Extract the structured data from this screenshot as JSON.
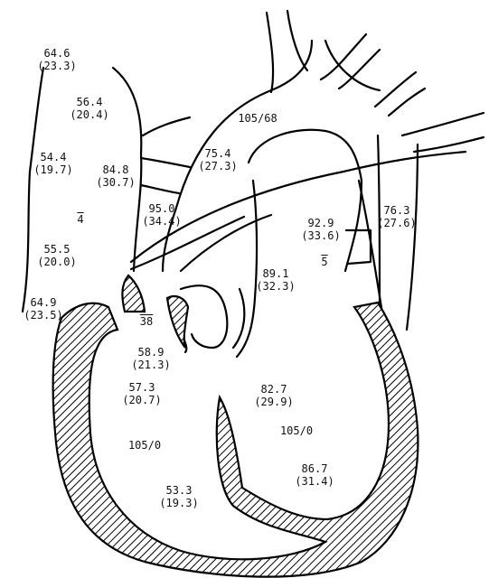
{
  "labels": {
    "svc_upper": {
      "sat": "64.6",
      "po2": "(23.3)"
    },
    "svc_mid": {
      "sat": "56.4",
      "po2": "(20.4)"
    },
    "svc_low": {
      "sat": "54.4",
      "po2": "(19.7)"
    },
    "pa_branch": {
      "sat": "84.8",
      "po2": "(30.7)"
    },
    "ra_pressure": {
      "mean": "4"
    },
    "ra": {
      "sat": "55.5",
      "po2": "(20.0)"
    },
    "ivc": {
      "sat": "64.9",
      "po2": "(23.5)"
    },
    "aorta_pressure": {
      "value": "105/68"
    },
    "ascending_ao": {
      "sat": "75.4",
      "po2": "(27.3)"
    },
    "pa_trunk": {
      "sat": "95.0",
      "po2": "(34.4)"
    },
    "descending_ao": {
      "sat": "76.3",
      "po2": "(27.6)"
    },
    "pulm_vein": {
      "sat": "92.9",
      "po2": "(33.6)"
    },
    "la_pressure": {
      "mean": "5"
    },
    "la": {
      "sat": "89.1",
      "po2": "(32.3)"
    },
    "rv_pressure_a": {
      "mean": "38"
    },
    "rv_inflow": {
      "sat": "58.9",
      "po2": "(21.3)"
    },
    "rv_mid": {
      "sat": "57.3",
      "po2": "(20.7)"
    },
    "rv_pressure": {
      "value": "105/0"
    },
    "rv_apex": {
      "sat": "53.3",
      "po2": "(19.3)"
    },
    "lv_outflow": {
      "sat": "82.7",
      "po2": "(29.9)"
    },
    "lv_pressure": {
      "value": "105/0"
    },
    "lv": {
      "sat": "86.7",
      "po2": "(31.4)"
    }
  }
}
